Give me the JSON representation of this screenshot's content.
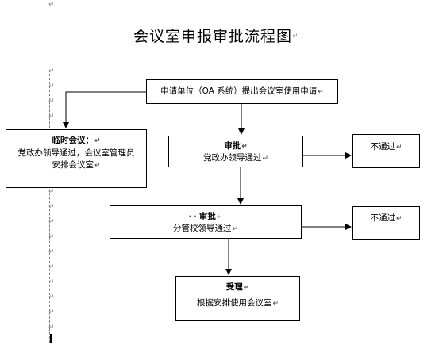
{
  "title": "会议室申报审批流程图",
  "paragraph_mark": "↵",
  "nodes": {
    "apply": {
      "text": "申请单位（OA 系统）提出会议室使用申请"
    },
    "temporary": {
      "head": "临时会议：",
      "line1": "党政办领导通过，会议室管理员",
      "line2": "安排会议室"
    },
    "approve1": {
      "head": "审批",
      "text": "党政办领导通过"
    },
    "reject1": {
      "text": "不通过"
    },
    "approve2": {
      "prefix": "· · ",
      "head": "审批",
      "text": "分管校领导通过"
    },
    "reject2": {
      "text": "不通过"
    },
    "accept": {
      "head": "受理",
      "text": "根据安排使用会议室"
    }
  }
}
